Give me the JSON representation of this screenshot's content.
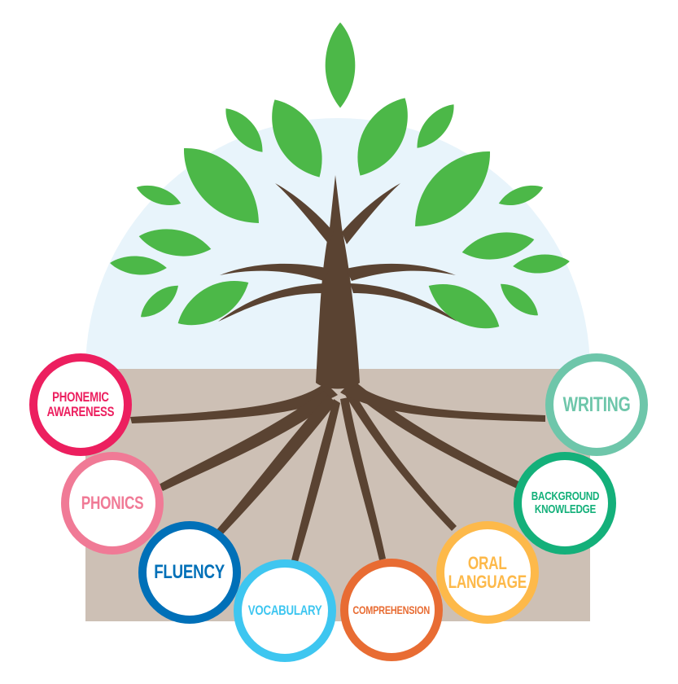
{
  "colors": {
    "sky": "#e8f4fb",
    "ground": "#cdc0b5",
    "trunk": "#5a4332",
    "leaf": "#4cb848"
  },
  "skills": [
    {
      "id": "phonemic-awareness",
      "lines": [
        "PHONEMIC",
        "AWARENESS"
      ],
      "color": "#ec1f5f"
    },
    {
      "id": "phonics",
      "lines": [
        "PHONICS"
      ],
      "color": "#f07a96"
    },
    {
      "id": "fluency",
      "lines": [
        "FLUENCY"
      ],
      "color": "#0070b8"
    },
    {
      "id": "vocabulary",
      "lines": [
        "VOCABULARY"
      ],
      "color": "#3ec6f0"
    },
    {
      "id": "comprehension",
      "lines": [
        "COMPREHENSION"
      ],
      "color": "#e86c33"
    },
    {
      "id": "oral-language",
      "lines": [
        "ORAL",
        "LANGUAGE"
      ],
      "color": "#fdb94a"
    },
    {
      "id": "background-knowledge",
      "lines": [
        "BACKGROUND",
        "KNOWLEDGE"
      ],
      "color": "#14b07a"
    },
    {
      "id": "writing",
      "lines": [
        "WRITING"
      ],
      "color": "#6ec6aa"
    }
  ]
}
